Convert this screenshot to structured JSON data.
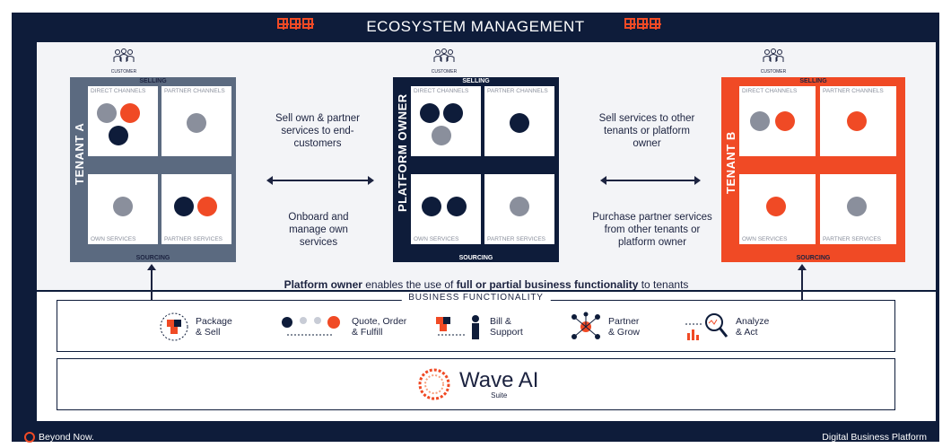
{
  "header": {
    "title": "ECOSYSTEM MANAGEMENT"
  },
  "tenants": {
    "a": {
      "name": "TENANT A"
    },
    "owner": {
      "name": "PLATFORM OWNER"
    },
    "b": {
      "name": "TENANT B"
    }
  },
  "quadrant_labels": {
    "selling": "SELLING",
    "sourcing": "SOURCING",
    "direct": "DIRECT CHANNELS",
    "partner": "PARTNER CHANNELS",
    "own": "OWN SERVICES",
    "partner_services": "PARTNER SERVICES"
  },
  "customer_label": "CUSTOMER",
  "middle": {
    "left_top": "Sell own & partner services to end-customers",
    "left_bottom": "Onboard and manage own services",
    "right_top": "Sell services to other tenants or platform owner",
    "right_bottom": "Purchase partner services from other tenants or platform owner"
  },
  "enables": {
    "pre": "Platform owner",
    "mid": " enables the use of ",
    "bold": "full or partial business functionality",
    "post": " to tenants"
  },
  "business_functionality": {
    "title": "BUSINESS FUNCTIONALITY",
    "items": [
      {
        "line1": "Package",
        "line2": "& Sell"
      },
      {
        "line1": "Quote, Order",
        "line2": "& Fulfill"
      },
      {
        "line1": "Bill &",
        "line2": "Support"
      },
      {
        "line1": "Partner",
        "line2": "& Grow"
      },
      {
        "line1": "Analyze",
        "line2": "& Act"
      }
    ]
  },
  "wave": {
    "name": "Wave AI",
    "sub": "Suite"
  },
  "footer": {
    "left": "Beyond Now.",
    "right": "Digital Business Platform"
  },
  "colors": {
    "navy": "#0e1c3a",
    "orange": "#f04a25",
    "slate": "#5b6a80",
    "grey_icon": "#8a8f9c"
  }
}
